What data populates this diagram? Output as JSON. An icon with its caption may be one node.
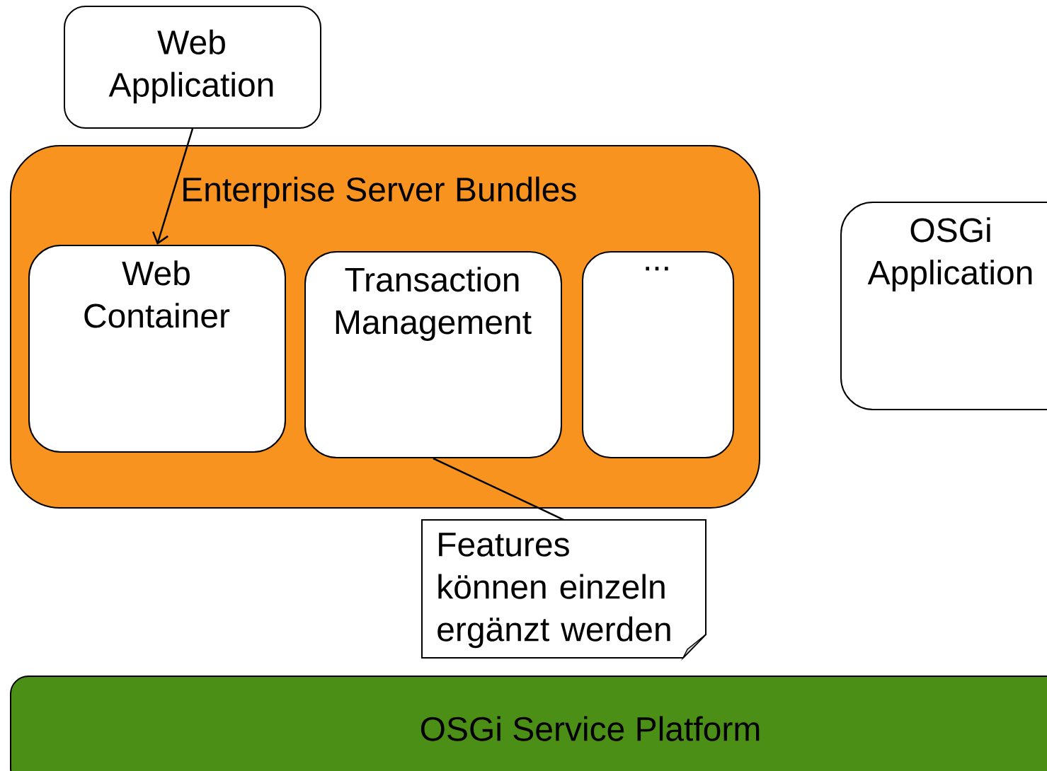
{
  "diagram": {
    "nodes": [
      {
        "text": [
          "Web Application"
        ]
      },
      {
        "text": [
          "Enterprise Server Bundles"
        ]
      },
      {
        "text": [
          "Web Container"
        ],
        "in": 1
      },
      {
        "text": [
          "Transaction Management"
        ],
        "in": 1
      },
      {
        "text": [
          "..."
        ],
        "in": 1
      },
      {
        "text": [
          "OSGi Application"
        ]
      },
      {
        "text": [
          "Features können einzeln ergänzt werden"
        ]
      },
      {
        "text": [
          "OSGi Service Platform"
        ]
      }
    ],
    "edges": [
      {
        "from": 0,
        "to": 2,
        "arrow": "to"
      },
      {
        "from": 6,
        "to": 3,
        "arrow": "none"
      }
    ]
  }
}
